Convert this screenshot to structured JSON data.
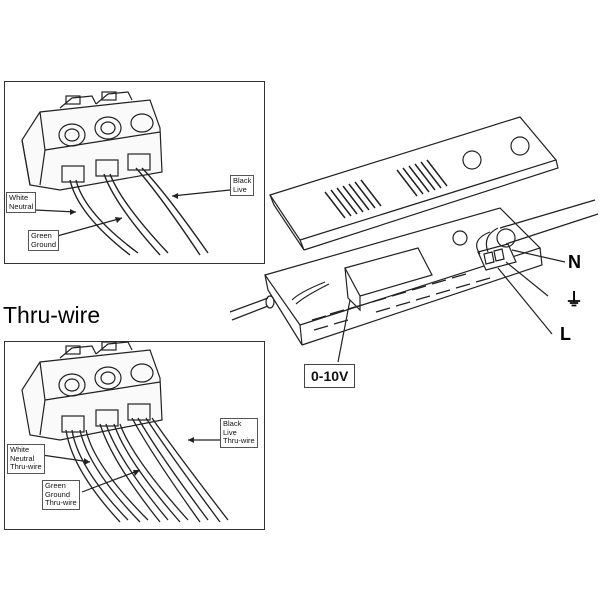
{
  "top_panel": {
    "white_neutral": [
      "White",
      "Neutral"
    ],
    "green_ground": [
      "Green",
      "Ground"
    ],
    "black_live": [
      "Black",
      "Live"
    ]
  },
  "thru_wire_title": "Thru-wire",
  "bottom_panel": {
    "white_neutral": [
      "White",
      "Neutral",
      "Thru-wire"
    ],
    "green_ground": [
      "Green",
      "Ground",
      "Thru-wire"
    ],
    "black_live": [
      "Black",
      "Live",
      "Thru-wire"
    ]
  },
  "fixture": {
    "label_n": "N",
    "label_ground": "⏚",
    "label_l": "L",
    "dimming_label": "0-10V"
  },
  "colors": {
    "line": "#222222",
    "panel_border": "#333333"
  }
}
